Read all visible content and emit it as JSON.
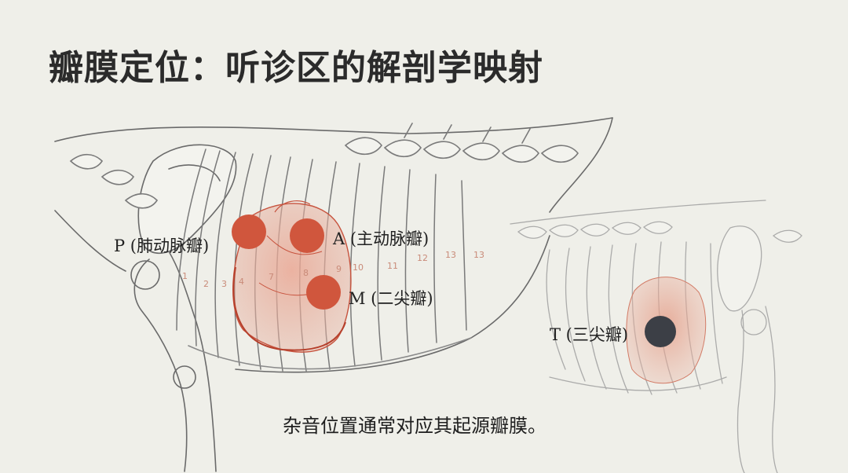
{
  "title": "瓣膜定位：听诊区的解剖学映射",
  "labels": {
    "pulmonic": "P (肺动脉瓣)",
    "aortic": "A (主动脉瓣)",
    "mitral": "M (二尖瓣)",
    "tricuspid": "T (三尖瓣)"
  },
  "rib_numbers": [
    "1",
    "2",
    "3",
    "4",
    "7",
    "8",
    "9",
    "10",
    "11",
    "12",
    "13",
    "13"
  ],
  "caption": "杂音位置通常对应其起源瓣膜。",
  "colors": {
    "valve_marker": "#d0563d",
    "tricuspid_marker": "#3c3f46",
    "heart_fill": "#e8a28f",
    "line": "#5b5b5b"
  }
}
